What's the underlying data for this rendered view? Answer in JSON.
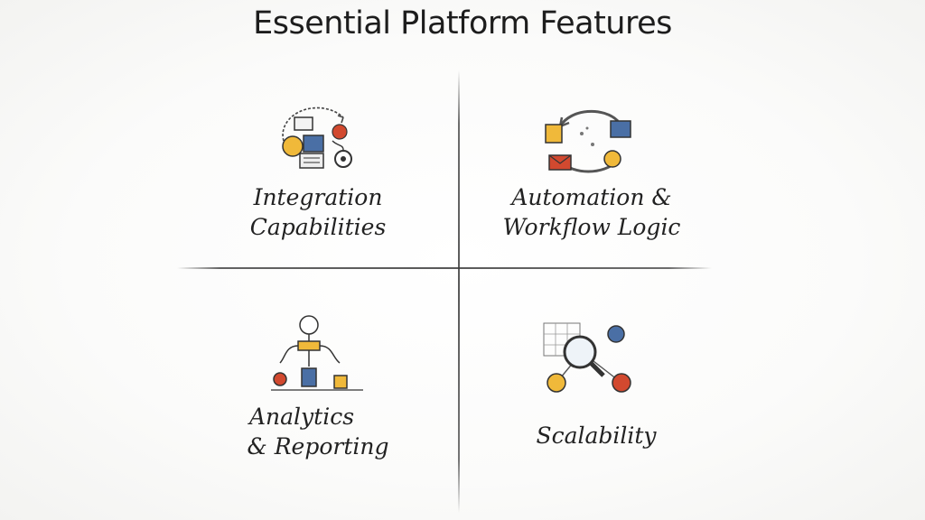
{
  "title": "Essential Platform Features",
  "quadrants": [
    {
      "line1": "Integration",
      "line2": "Capabilities",
      "icon": "integration-icon"
    },
    {
      "line1": "Automation &",
      "line2": "Workflow Logic",
      "icon": "automation-cycle-icon"
    },
    {
      "line1": "Analytics",
      "line2": "& Reporting",
      "icon": "analytics-hierarchy-icon"
    },
    {
      "line1": "Scalability",
      "icon": "magnifier-network-icon"
    }
  ],
  "colors": {
    "accent_orange": "#e58a2e",
    "accent_red": "#d2492f",
    "accent_blue": "#4a6fa5",
    "accent_yellow": "#f0b93a"
  }
}
